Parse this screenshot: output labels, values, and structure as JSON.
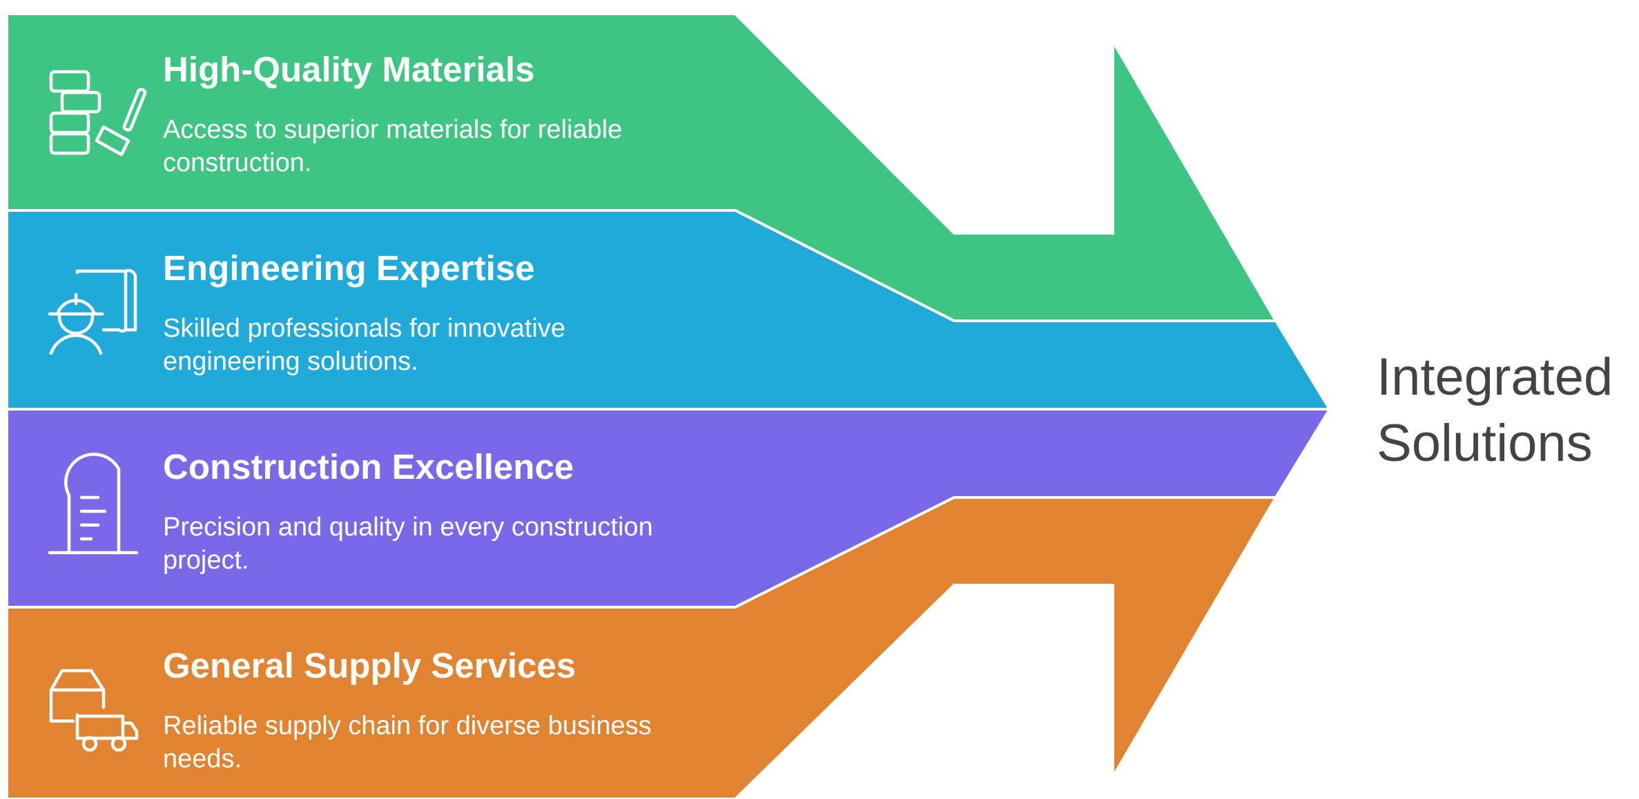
{
  "items": [
    {
      "title": "High-Quality Materials",
      "description_lines": [
        "Access to superior materials for reliable",
        "construction."
      ],
      "color": "#3EC583",
      "icon": "building-blocks-hammer-icon"
    },
    {
      "title": "Engineering Expertise",
      "description_lines": [
        "Skilled professionals for innovative",
        "engineering solutions."
      ],
      "color": "#1FAAD9",
      "icon": "engineer-blueprint-icon"
    },
    {
      "title": "Construction Excellence",
      "description_lines": [
        "Precision and quality in every construction",
        "project."
      ],
      "color": "#7B68E8",
      "icon": "skyscraper-icon"
    },
    {
      "title": "General Supply Services",
      "description_lines": [
        "Reliable supply chain for diverse business",
        "needs."
      ],
      "color": "#E08432",
      "icon": "box-truck-icon"
    }
  ],
  "result": {
    "lines": [
      "Integrated",
      "Solutions"
    ],
    "color": "#444444"
  }
}
